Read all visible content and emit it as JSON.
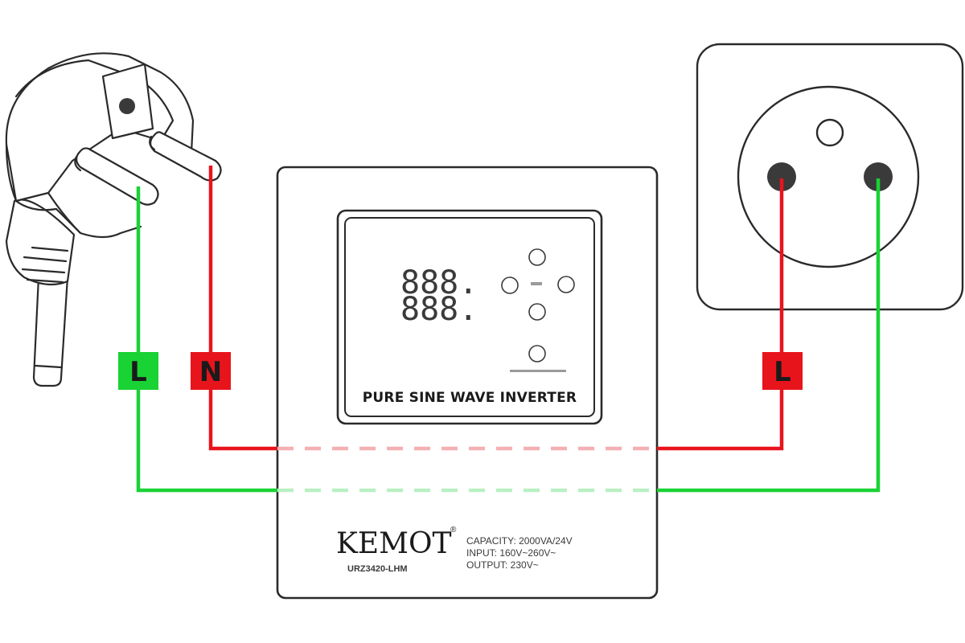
{
  "labels": {
    "plug_l": "L",
    "plug_n": "N",
    "socket_l": "L"
  },
  "inverter": {
    "panel_title": "PURE SINE WAVE INVERTER",
    "display_row1": "888.",
    "display_row2": "888.",
    "brand": "KEMOT",
    "brand_mark": "®",
    "model": "URZ3420-LHM",
    "spec_capacity": "CAPACITY: 2000VA/24V",
    "spec_input": "INPUT:  160V~260V~",
    "spec_output": "OUTPUT: 230V~"
  },
  "colors": {
    "live": "#e8141c",
    "earth_green": "#19d234",
    "outline": "#2a2a2a"
  },
  "icons": [
    "plug-icon",
    "wall-socket-icon",
    "inverter-icon",
    "up-button-icon",
    "down-button-icon",
    "left-button-icon",
    "right-button-icon",
    "power-button-icon"
  ]
}
